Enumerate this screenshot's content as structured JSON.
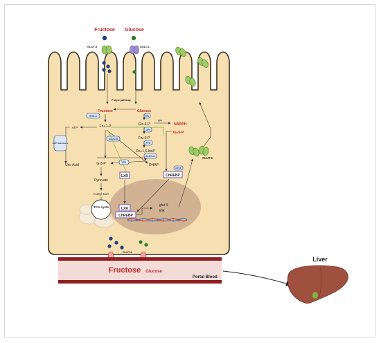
{
  "colors": {
    "cell_fill": "#f6dfb0",
    "cell_stroke": "#3b2f22",
    "blood_dark": "#8f1f22",
    "blood_light": "#f3dcd7",
    "title_red": "#c0272d",
    "fructose_blue": "#1f3f7a",
    "glucose_green": "#2e7d32",
    "transporter_green": "#9ccc65",
    "liver": "#a0503e",
    "lxr_box": "#8e6bb8",
    "nucleus": "#c4a48a"
  },
  "top_labels": {
    "fructose": "Fructose",
    "glucose": "Glucose"
  },
  "transporters": {
    "glut5_top": "GLUT-5",
    "sglt1": "SGLT-1",
    "glut5_side": "GLUT-5",
    "glut2": "GLUT-2"
  },
  "pathway": {
    "polyol": "Polyol pathway",
    "fructose": "Fructose",
    "glucose": "Glucose",
    "fru1p": "Fru-1-P",
    "atp": "ATP",
    "uric_acid": "Uric Acid",
    "g3p": "G-3-P",
    "pyruvate": "Pyruvate",
    "acetyl_coa": "Acetyl-CoA",
    "tca": "TCA cycle",
    "glc6p": "Glc-6-P",
    "fru6p": "Fru-6-P",
    "fru16bp": "Fru-1,6-bisP",
    "dhap": "DHAP",
    "nadph": "NADPH",
    "xu5p": "Xu-5-P",
    "ppp": "ppp"
  },
  "enzymes": {
    "khk": "KHK-C",
    "aldob": "ALDO-B",
    "amp_deaminase": "AMP deaminase",
    "hk": "HK",
    "gpi": "GPI",
    "pfk": "PFK",
    "aldoa": "ALDO-A",
    "tpi": "TPI",
    "pp2a": "PP2A"
  },
  "regulators": {
    "lxr": "LXR",
    "chrebp": "ChREBP"
  },
  "nucleus": {
    "lxr": "LXR",
    "chrebp": "ChREBP",
    "glut5": "glut-5",
    "khk": "khk"
  },
  "blood": {
    "fructose": "Fructose",
    "glucose": "Glucose",
    "portal": "Portal Blood"
  },
  "liver": {
    "label": "Liver"
  }
}
